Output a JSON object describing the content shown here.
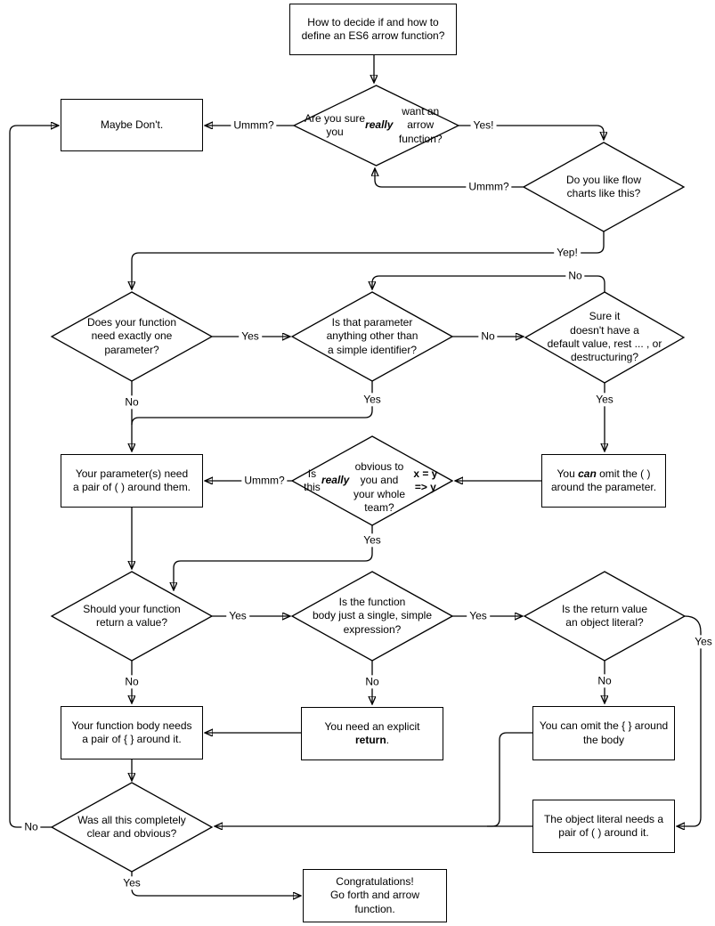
{
  "title": "How to decide if and how to define an ES6 arrow function?",
  "colors": {
    "background": "#ffffff",
    "stroke": "#000000",
    "text": "#000000"
  },
  "nodes": {
    "start": {
      "label": "How to decide if and how to<br>define an ES6 arrow function?"
    },
    "maybe_dont": {
      "label": "Maybe Don't."
    },
    "really_want": {
      "label": "Are you sure you<br><b><i>really</i></b> want an<br>arrow function?"
    },
    "like_flowcharts": {
      "label": "Do you like flow<br>charts like this?"
    },
    "exactly_one_param": {
      "label": "Does your function<br>need exactly one<br>parameter?"
    },
    "non_simple_identifier": {
      "label": "Is that parameter<br>anything other than<br>a simple identifier?"
    },
    "no_default_rest_destructuring": {
      "label": "Sure it<br>doesn't have a<br>default value, rest ... , or<br>destructuring?"
    },
    "params_need_parens": {
      "label": "Your parameter(s) need<br>a pair of ( ) around them."
    },
    "really_obvious": {
      "label": "Is this <b><i>really</i></b><br>obvious to you and<br>your whole team?<br><b>x = y =&gt; y</b>"
    },
    "can_omit_parens": {
      "label": "You <b><i>can</i></b> omit the ( )<br>around the parameter."
    },
    "return_value": {
      "label": "Should your function<br>return a value?"
    },
    "single_expression": {
      "label": "Is the function<br>body just a single, simple<br>expression?"
    },
    "object_literal_q": {
      "label": "Is the return value<br>an object literal?"
    },
    "body_needs_braces": {
      "label": "Your function body needs<br>a pair of { } around it."
    },
    "explicit_return": {
      "label": "You need an explicit <b>return</b>."
    },
    "omit_braces": {
      "label": "You can omit the { } around<br>the body"
    },
    "object_literal_parens": {
      "label": "The object literal needs a<br>pair of ( ) around it."
    },
    "clear_obvious": {
      "label": "Was all this completely<br>clear and obvious?"
    },
    "congrats": {
      "label": "Congratulations!<br>Go forth and arrow function."
    }
  },
  "edge_labels": {
    "ummm1": "Ummm?",
    "yes1": "Yes!",
    "ummm2": "Ummm?",
    "yep": "Yep!",
    "no_loop": "No",
    "yes_d3": "Yes",
    "no_d4": "No",
    "no_d3": "No",
    "yes_d4": "Yes",
    "yes_d5": "Yes",
    "ummm3": "Ummm?",
    "yes_d6": "Yes",
    "yes_d7": "Yes",
    "yes_d8": "Yes",
    "no_d7": "No",
    "no_d8": "No",
    "no_d9": "No",
    "yes_d9": "Yes",
    "no_d10": "No",
    "yes_d10": "Yes"
  }
}
